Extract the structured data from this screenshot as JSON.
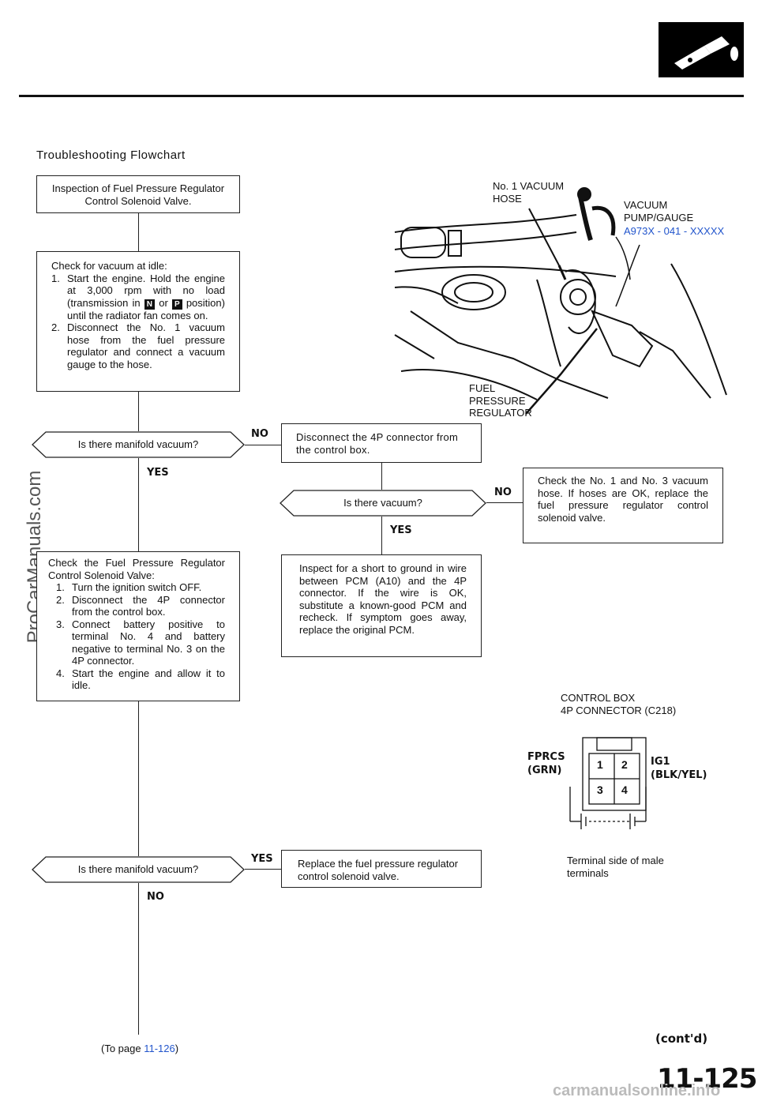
{
  "watermark": "ProCarManuals.com",
  "footer_watermark": "carmanualsonline.info",
  "section_title": "Troubleshooting Flowchart",
  "start_box": "Inspection of Fuel Pressure Regulator Control Solenoid Valve.",
  "vacuum_check": {
    "intro": "Check for vacuum at idle:",
    "step1_num": "1.",
    "step1_a": "Start the engine. Hold the engine at 3,000 rpm with no load (transmission in",
    "step1_key_n": "N",
    "step1_or": "or",
    "step1_key_p": "P",
    "step1_b": "position) until the radiator fan comes on.",
    "step2_num": "2.",
    "step2": "Disconnect the No. 1 vacuum hose from the fuel pressure regulator and connect a vacuum gauge to the hose."
  },
  "decision1": "Is there manifold vacuum?",
  "decision1_no": "NO",
  "decision1_yes": "YES",
  "disconnect_box": "Disconnect the 4P connector from the control box.",
  "decision2": "Is there vacuum?",
  "decision2_no": "NO",
  "decision2_yes": "YES",
  "check_hose_box": "Check the No. 1 and No. 3 vacuum hose. If hoses are OK, replace the fuel pressure regulator control solenoid valve.",
  "inspect_box": "Inspect for a short to ground in wire between PCM (A10) and the 4P connector. If the wire is OK, substitute a known-good PCM and recheck. If symptom goes away, replace the original PCM.",
  "solenoid_check": {
    "intro": "Check the Fuel Pressure Regulator Control Solenoid Valve:",
    "steps": [
      {
        "n": "1.",
        "t": "Turn the ignition switch OFF."
      },
      {
        "n": "2.",
        "t": "Disconnect the 4P connector from the control box."
      },
      {
        "n": "3.",
        "t": "Connect battery positive to terminal No. 4 and battery negative to terminal No. 3 on the 4P connector."
      },
      {
        "n": "4.",
        "t": "Start the engine and allow it to idle."
      }
    ]
  },
  "decision3": "Is there manifold vacuum?",
  "decision3_yes": "YES",
  "decision3_no": "NO",
  "replace_box": "Replace the fuel pressure regulator control solenoid valve.",
  "to_page_prefix": "(To page",
  "to_page_link": "11-126",
  "to_page_suffix": ")",
  "illustration": {
    "hose_label": "No. 1 VACUUM HOSE",
    "pump_label": "VACUUM PUMP/GAUGE",
    "pump_part": "A973X - 041 - XXXXX",
    "regulator_label": "FUEL PRESSURE REGULATOR"
  },
  "connector": {
    "title": "CONTROL BOX",
    "subtitle": "4P CONNECTOR (C218)",
    "left_label": "FPRCS",
    "left_color": "(GRN)",
    "right_label": "IG1",
    "right_color": "(BLK/YEL)",
    "terminals": [
      "1",
      "2",
      "3",
      "4"
    ],
    "caption": "Terminal side of male terminals"
  },
  "contd": "(cont'd)",
  "page_number": "11-125",
  "colors": {
    "link": "#2255cc",
    "ink": "#111111"
  }
}
